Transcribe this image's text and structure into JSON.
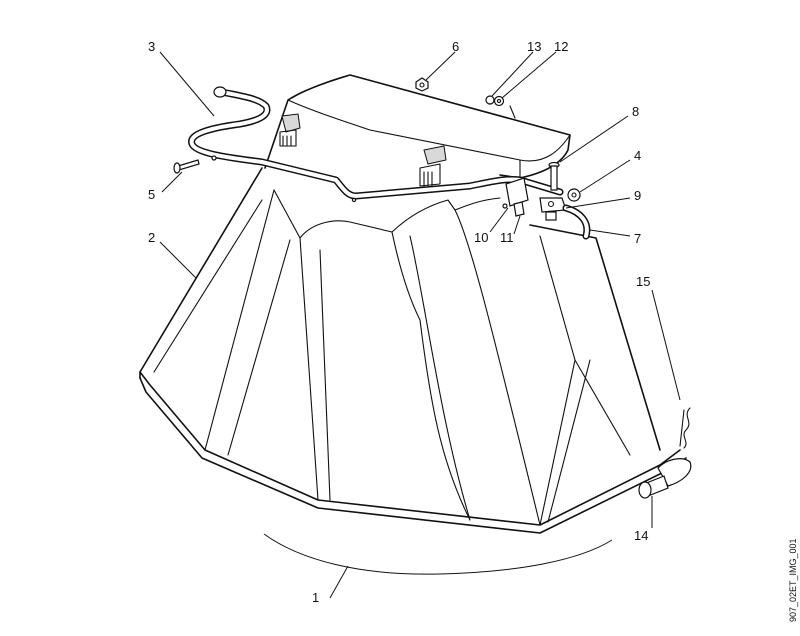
{
  "diagram": {
    "callouts": [
      {
        "id": "c1",
        "label": "1"
      },
      {
        "id": "c2",
        "label": "2"
      },
      {
        "id": "c3",
        "label": "3"
      },
      {
        "id": "c4",
        "label": "4"
      },
      {
        "id": "c5",
        "label": "5"
      },
      {
        "id": "c6",
        "label": "6"
      },
      {
        "id": "c7",
        "label": "7"
      },
      {
        "id": "c8",
        "label": "8"
      },
      {
        "id": "c9",
        "label": "9"
      },
      {
        "id": "c10",
        "label": "10"
      },
      {
        "id": "c11",
        "label": "11"
      },
      {
        "id": "c12",
        "label": "12"
      },
      {
        "id": "c13",
        "label": "13"
      },
      {
        "id": "c14",
        "label": "14"
      },
      {
        "id": "c15",
        "label": "15"
      }
    ],
    "image_ref": "907_02ET_IMG_001"
  }
}
